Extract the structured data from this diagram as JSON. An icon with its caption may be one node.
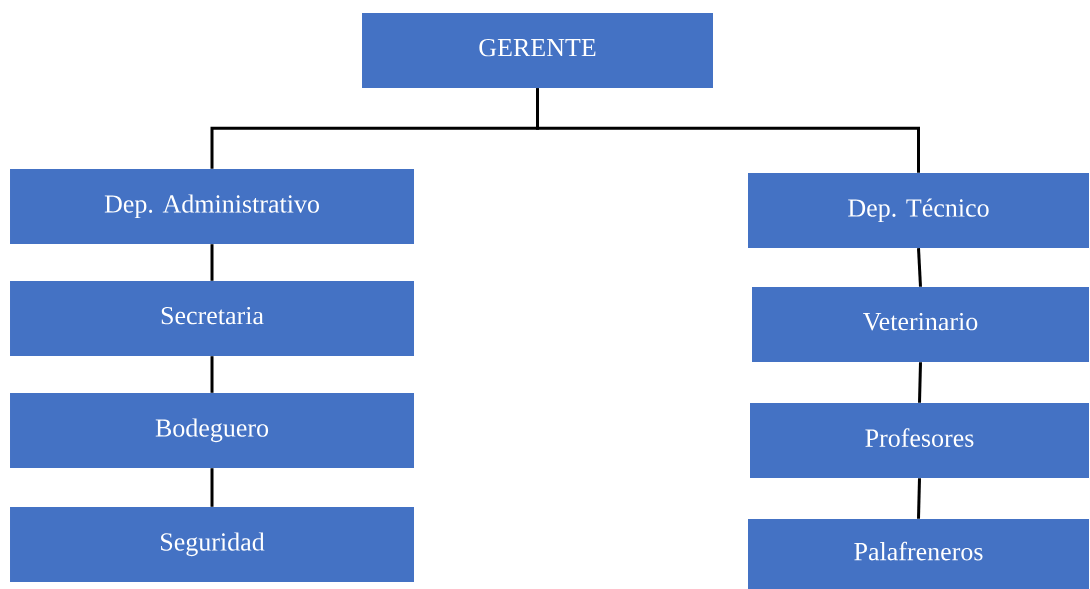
{
  "diagram": {
    "nodes": [
      {
        "text": [
          "GERENTE"
        ]
      },
      {
        "text": [
          "Dep. Administrativo"
        ]
      },
      {
        "text": [
          "Secretaria"
        ]
      },
      {
        "text": [
          "Bodeguero"
        ]
      },
      {
        "text": [
          "Seguridad"
        ]
      },
      {
        "text": [
          "Dep. Técnico"
        ]
      },
      {
        "text": [
          "Veterinario"
        ]
      },
      {
        "text": [
          "Profesores"
        ]
      },
      {
        "text": [
          "Palafreneros"
        ]
      }
    ],
    "edges": [
      {
        "from": 0,
        "to": 1,
        "arrow": "none"
      },
      {
        "from": 0,
        "to": 5,
        "arrow": "none"
      },
      {
        "from": 1,
        "to": 2,
        "arrow": "none"
      },
      {
        "from": 2,
        "to": 3,
        "arrow": "none"
      },
      {
        "from": 3,
        "to": 4,
        "arrow": "none"
      },
      {
        "from": 5,
        "to": 6,
        "arrow": "none"
      },
      {
        "from": 6,
        "to": 7,
        "arrow": "none"
      },
      {
        "from": 7,
        "to": 8,
        "arrow": "none"
      }
    ]
  }
}
